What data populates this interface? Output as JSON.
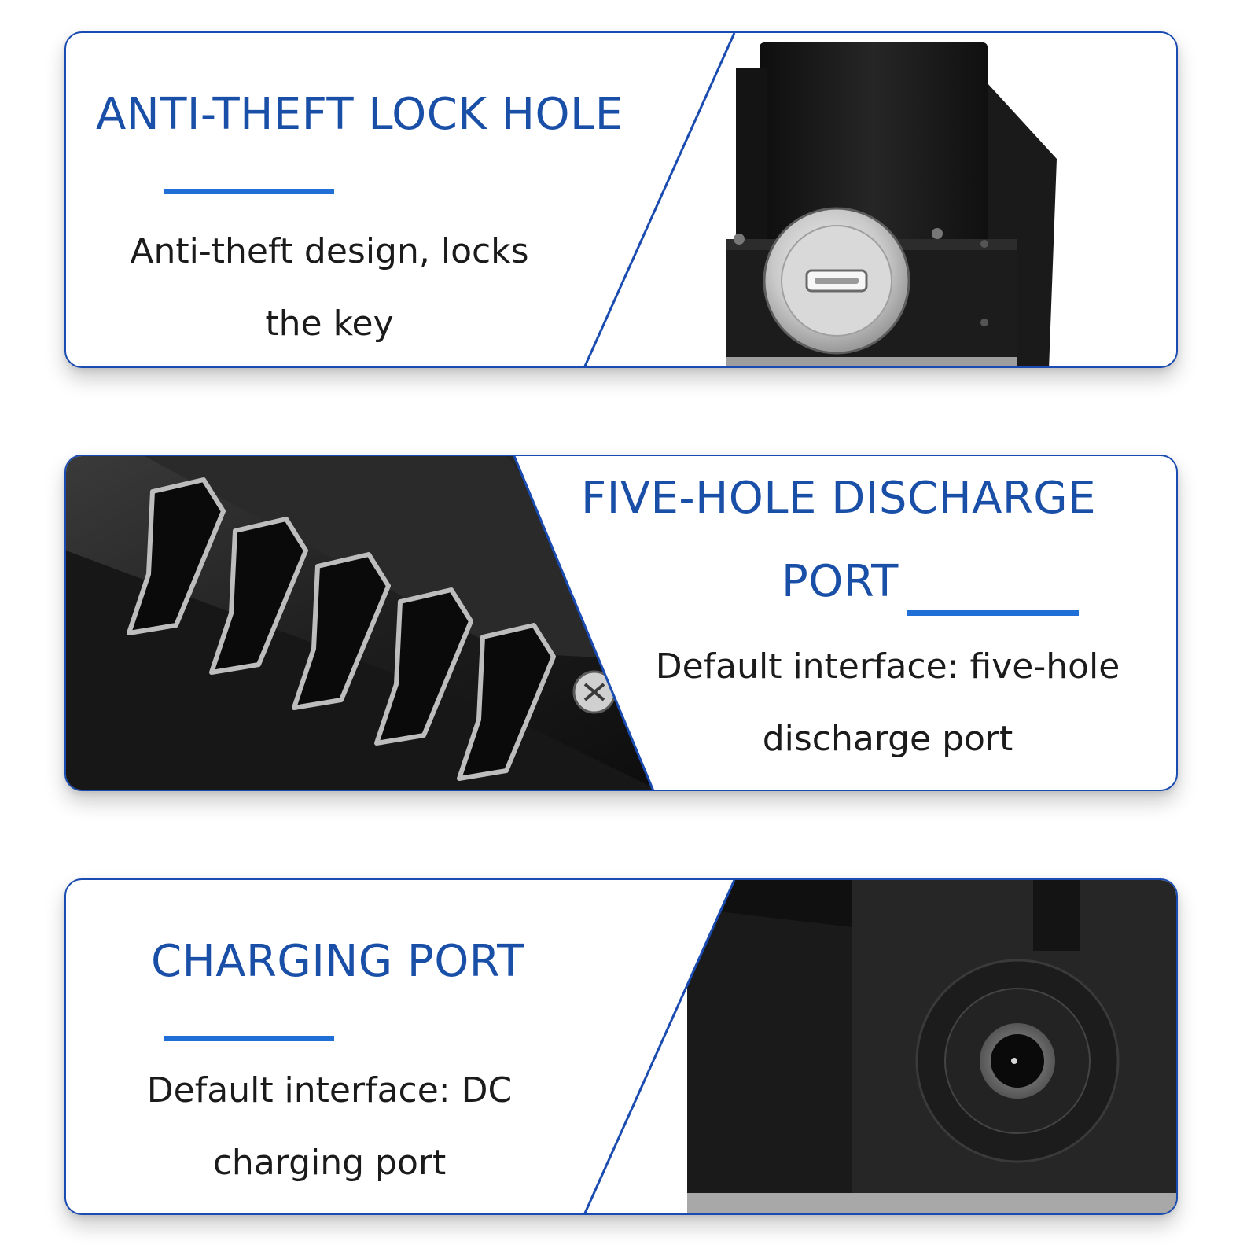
{
  "sections": [
    {
      "heading": "ANTI-THEFT LOCK HOLE",
      "body_line1": "Anti-theft design, locks",
      "body_line2": "the key"
    },
    {
      "heading_line1": "FIVE-HOLE DISCHARGE",
      "heading_line2": "PORT",
      "body_line1": "Default interface: five-hole",
      "body_line2": "discharge port"
    },
    {
      "heading": "CHARGING PORT",
      "body_line1": "Default interface: DC",
      "body_line2": "charging port"
    }
  ],
  "colors": {
    "heading": "#1a4fa8",
    "accent_rule": "#1f6fd6",
    "border": "#1a4bb0",
    "body_text": "#1b1b1b"
  }
}
